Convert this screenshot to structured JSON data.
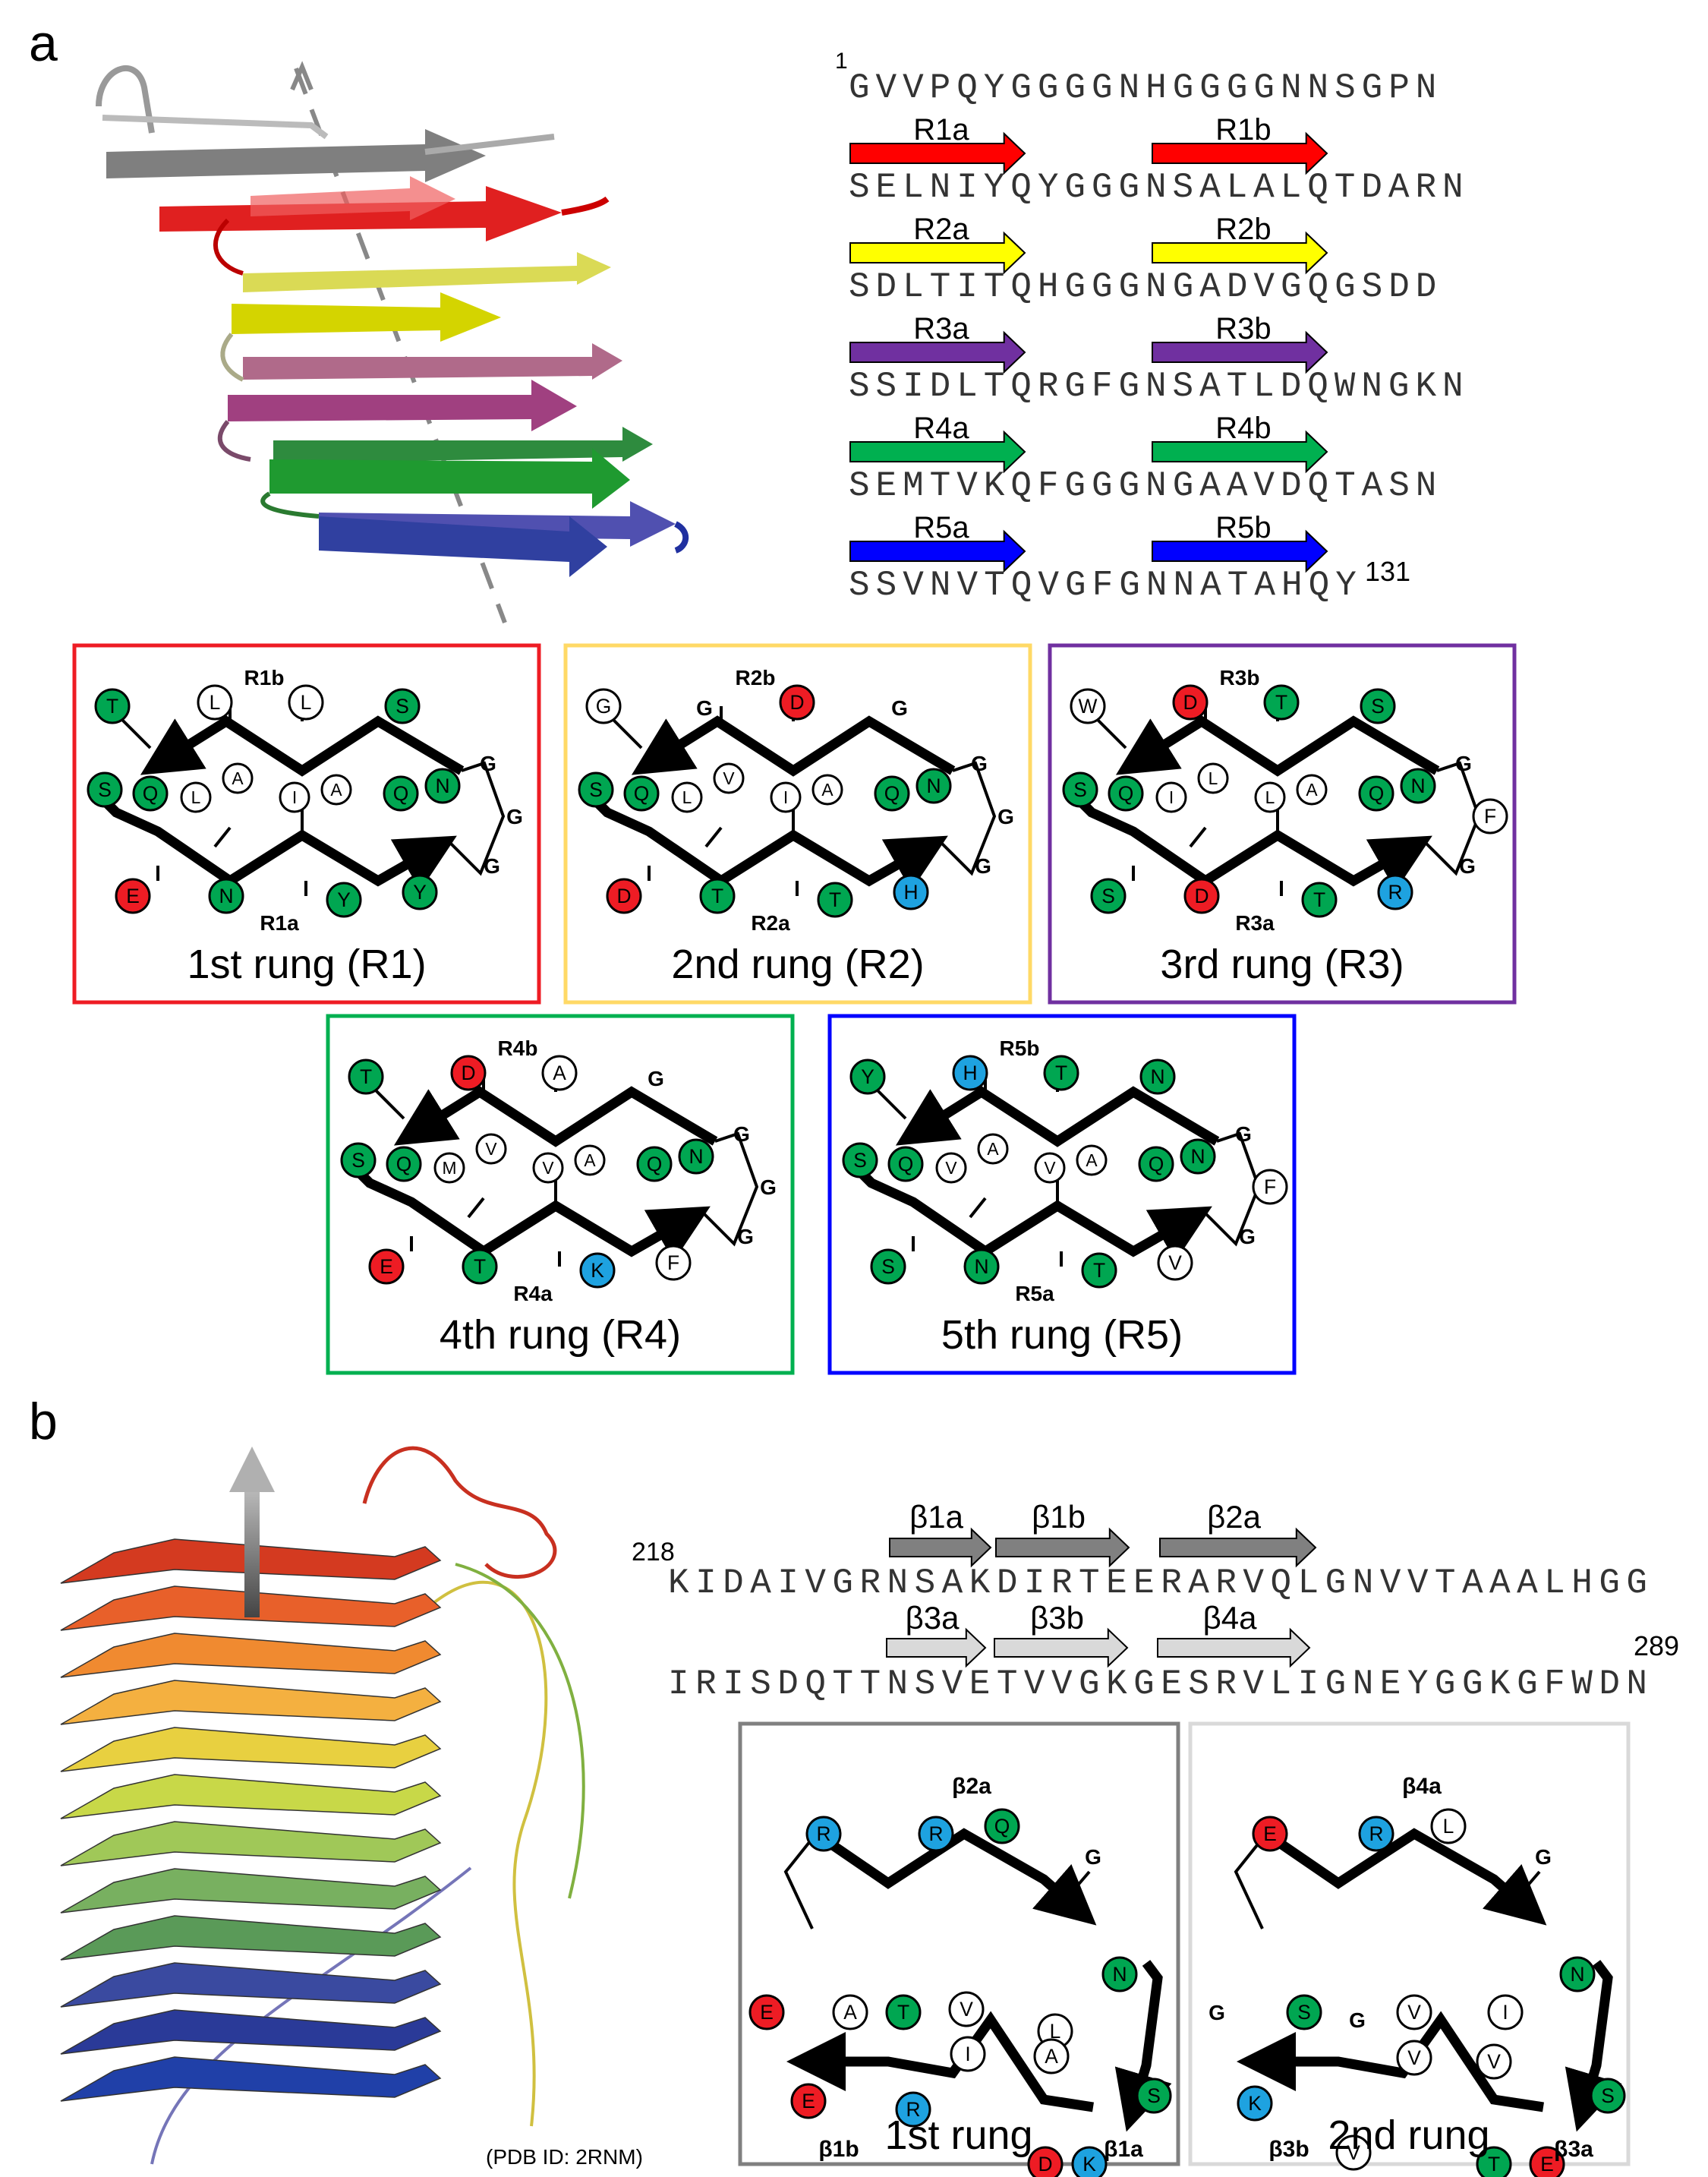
{
  "panel_a": {
    "label": "a",
    "seq_start_num": "1",
    "seq_end_num": "131",
    "lines": [
      {
        "text": "GVVPQYGGGGNHGGGGNNSGPN",
        "arrows": []
      },
      {
        "text": "SELNIYQYGGGNSALALQTDARN",
        "arrows": [
          {
            "label": "R1a",
            "color": "#ff0000"
          },
          {
            "label": "R1b",
            "color": "#ff0000"
          }
        ]
      },
      {
        "text": "SDLTITQHGGGNGADVGQGSDD",
        "arrows": [
          {
            "label": "R2a",
            "color": "#ffff00"
          },
          {
            "label": "R2b",
            "color": "#ffff00"
          }
        ]
      },
      {
        "text": "SSIDLTQRGFGNSATLDQWNGKN",
        "arrows": [
          {
            "label": "R3a",
            "color": "#7030a0"
          },
          {
            "label": "R3b",
            "color": "#7030a0"
          }
        ]
      },
      {
        "text": "SEMTVKQFGGGNGAAVDQTASN",
        "arrows": [
          {
            "label": "R4a",
            "color": "#00b050"
          },
          {
            "label": "R4b",
            "color": "#00b050"
          }
        ]
      },
      {
        "text": "SSVNVTQVGFGNNATAHQY",
        "arrows": [
          {
            "label": "R5a",
            "color": "#0000ff"
          },
          {
            "label": "R5b",
            "color": "#0000ff"
          }
        ]
      }
    ],
    "rungs": [
      {
        "caption": "1st rung (R1)",
        "border": "#ee1c24",
        "top_label": "R1b",
        "bottom_label": "R1a",
        "ul": "T",
        "top": [
          "L",
          "L",
          "S"
        ],
        "left": "S",
        "lq": "Q",
        "inner": [
          "L",
          "A",
          "I",
          "A"
        ],
        "rq": "Q",
        "rn": "N",
        "bot": [
          "E",
          "N",
          "Y",
          "Y"
        ],
        "loop": [
          "G",
          "G",
          "G"
        ]
      },
      {
        "caption": "2nd rung (R2)",
        "border": "#ffd966",
        "top_label": "R2b",
        "bottom_label": "R2a",
        "ul": "G",
        "top": [
          "G",
          "D",
          "G"
        ],
        "left": "S",
        "lq": "Q",
        "inner": [
          "L",
          "V",
          "I",
          "A"
        ],
        "rq": "Q",
        "rn": "N",
        "bot": [
          "D",
          "T",
          "T",
          "H"
        ],
        "loop": [
          "G",
          "G",
          "G"
        ]
      },
      {
        "caption": "3rd rung (R3)",
        "border": "#7030a0",
        "top_label": "R3b",
        "bottom_label": "R3a",
        "ul": "W",
        "top": [
          "D",
          "T",
          "S"
        ],
        "left": "S",
        "lq": "Q",
        "inner": [
          "I",
          "L",
          "L",
          "A"
        ],
        "rq": "Q",
        "rn": "N",
        "bot": [
          "S",
          "D",
          "T",
          "R"
        ],
        "loop": [
          "G",
          "F",
          "G"
        ]
      },
      {
        "caption": "4th rung (R4)",
        "border": "#00b050",
        "top_label": "R4b",
        "bottom_label": "R4a",
        "ul": "T",
        "top": [
          "D",
          "A",
          "G"
        ],
        "left": "S",
        "lq": "Q",
        "inner": [
          "M",
          "V",
          "V",
          "A"
        ],
        "rq": "Q",
        "rn": "N",
        "bot": [
          "E",
          "T",
          "K",
          "F"
        ],
        "loop": [
          "G",
          "G",
          "G"
        ]
      },
      {
        "caption": "5th rung (R5)",
        "border": "#0000ff",
        "top_label": "R5b",
        "bottom_label": "R5a",
        "ul": "Y",
        "top": [
          "H",
          "T",
          "N"
        ],
        "left": "S",
        "lq": "Q",
        "inner": [
          "V",
          "A",
          "V",
          "A"
        ],
        "rq": "Q",
        "rn": "N",
        "bot": [
          "S",
          "N",
          "T",
          "V"
        ],
        "loop": [
          "G",
          "F",
          "G"
        ]
      }
    ]
  },
  "panel_b": {
    "label": "b",
    "seq_start_num": "218",
    "seq_end_num": "289",
    "line1": "KIDAIVGRNSAKDIRTEERARVQLGNVVTAAALHGG",
    "line2": "IRISDQTTNSVETVVGKGESRVLIGNEYGGKGFWDN",
    "arrows1": [
      {
        "label": "β1a",
        "color": "#808080"
      },
      {
        "label": "β1b",
        "color": "#808080"
      },
      {
        "label": "β2a",
        "color": "#808080"
      }
    ],
    "arrows2": [
      {
        "label": "β3a",
        "color": "#d9d9d9"
      },
      {
        "label": "β3b",
        "color": "#d9d9d9"
      },
      {
        "label": "β4a",
        "color": "#d9d9d9"
      }
    ],
    "pdb_note": "(PDB ID: 2RNM)",
    "rung1": {
      "caption": "1st rung",
      "border": "#808080",
      "labels": {
        "top": "β2a",
        "left": "β1b",
        "right": "β1a"
      },
      "residues": [
        "R",
        "R",
        "Q",
        "G",
        "N",
        "S",
        "E",
        "A",
        "T",
        "V",
        "L",
        "I",
        "A",
        "E",
        "R",
        "D",
        "K"
      ]
    },
    "rung2": {
      "caption": "2nd rung",
      "border": "#d9d9d9",
      "labels": {
        "top": "β4a",
        "left": "β3b",
        "right": "β3a"
      },
      "residues": [
        "E",
        "R",
        "L",
        "G",
        "N",
        "S",
        "G",
        "S",
        "G",
        "V",
        "I",
        "V",
        "V",
        "K",
        "V",
        "T",
        "E"
      ]
    }
  },
  "residue_colors": {
    "green": "#00a651",
    "red": "#ee1c24",
    "blue": "#1ea2e0",
    "white": "#ffffff"
  }
}
